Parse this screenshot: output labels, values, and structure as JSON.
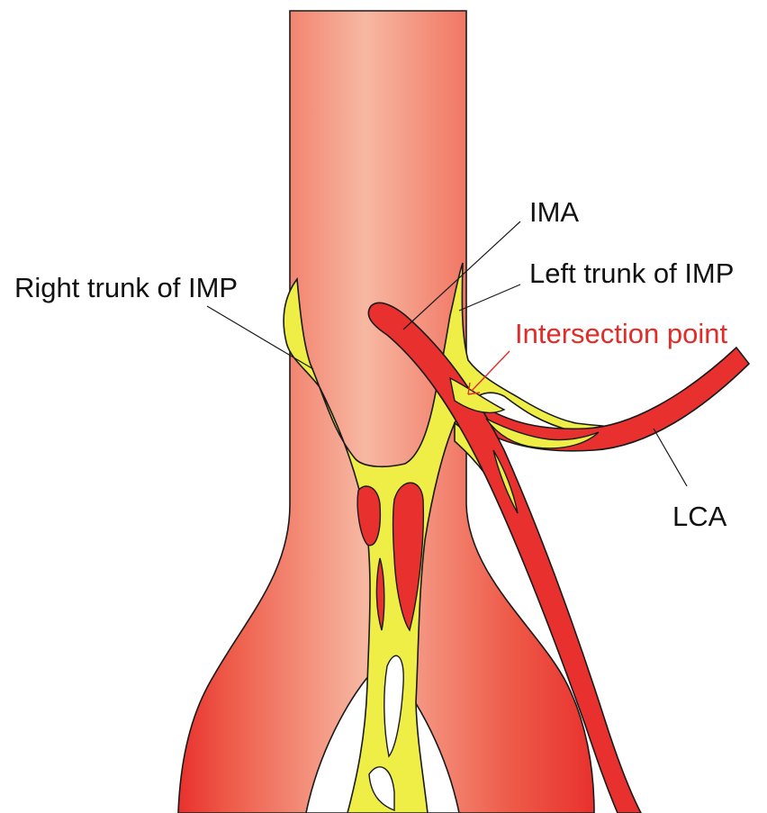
{
  "labels": {
    "ima": "IMA",
    "left_trunk": "Left trunk of IMP",
    "right_trunk": "Right trunk of IMP",
    "intersection_point": "Intersection point",
    "lca": "LCA"
  },
  "colors": {
    "artery": "#e8312e",
    "artery_highlight": "#f7b8a2",
    "plexus": "#eeee47",
    "outline": "#1a1a1a",
    "label_text": "#111111",
    "highlight_text": "#e32b27",
    "background": "#ffffff"
  }
}
